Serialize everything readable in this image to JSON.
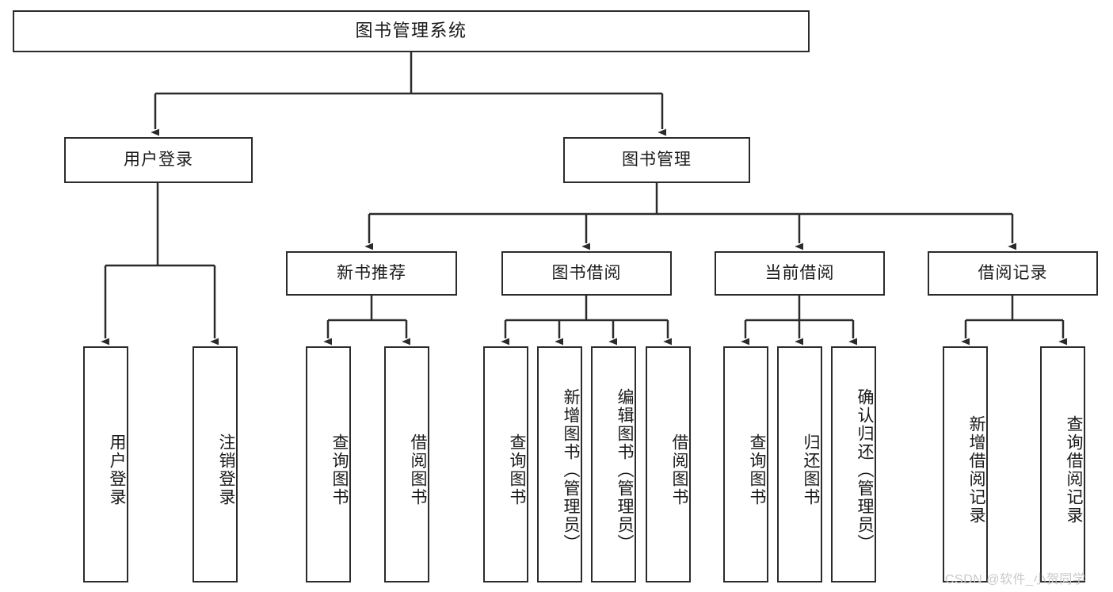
{
  "diagram": {
    "title": "图书管理系统",
    "type": "tree-hierarchy",
    "watermark": "CSDN @软件_小贺同学",
    "colors": {
      "stroke": "#2b2b2b",
      "fill": "#ffffff",
      "text": "#1a1a1a",
      "watermark": "#c9c9c9"
    }
  },
  "nodes": {
    "root": {
      "label": "图书管理系统"
    },
    "level2": [
      {
        "id": "user-login",
        "label": "用户登录"
      },
      {
        "id": "book-manage",
        "label": "图书管理"
      }
    ],
    "level3": [
      {
        "id": "new-book-recommend",
        "label": "新书推荐"
      },
      {
        "id": "book-borrow",
        "label": "图书借阅"
      },
      {
        "id": "current-borrow",
        "label": "当前借阅"
      },
      {
        "id": "borrow-record",
        "label": "借阅记录"
      }
    ],
    "leaves": {
      "user_login": [
        {
          "id": "leaf-user-login",
          "label": "用户登录"
        },
        {
          "id": "leaf-user-logout",
          "label": "注销登录"
        }
      ],
      "new_book_recommend": [
        {
          "id": "leaf-query-book-1",
          "label": "查询图书"
        },
        {
          "id": "leaf-borrow-book-1",
          "label": "借阅图书"
        }
      ],
      "book_borrow": [
        {
          "id": "leaf-query-book-2",
          "label": "查询图书"
        },
        {
          "id": "leaf-add-book",
          "label": "新增图书（管理员）"
        },
        {
          "id": "leaf-edit-book",
          "label": "编辑图书（管理员）"
        },
        {
          "id": "leaf-borrow-book-2",
          "label": "借阅图书"
        }
      ],
      "current_borrow": [
        {
          "id": "leaf-query-book-3",
          "label": "查询图书"
        },
        {
          "id": "leaf-return-book",
          "label": "归还图书"
        },
        {
          "id": "leaf-confirm-return",
          "label": "确认归还（管理员）"
        }
      ],
      "borrow_record": [
        {
          "id": "leaf-add-record",
          "label": "新增借阅记录"
        },
        {
          "id": "leaf-query-record",
          "label": "查询借阅记录"
        }
      ]
    }
  }
}
